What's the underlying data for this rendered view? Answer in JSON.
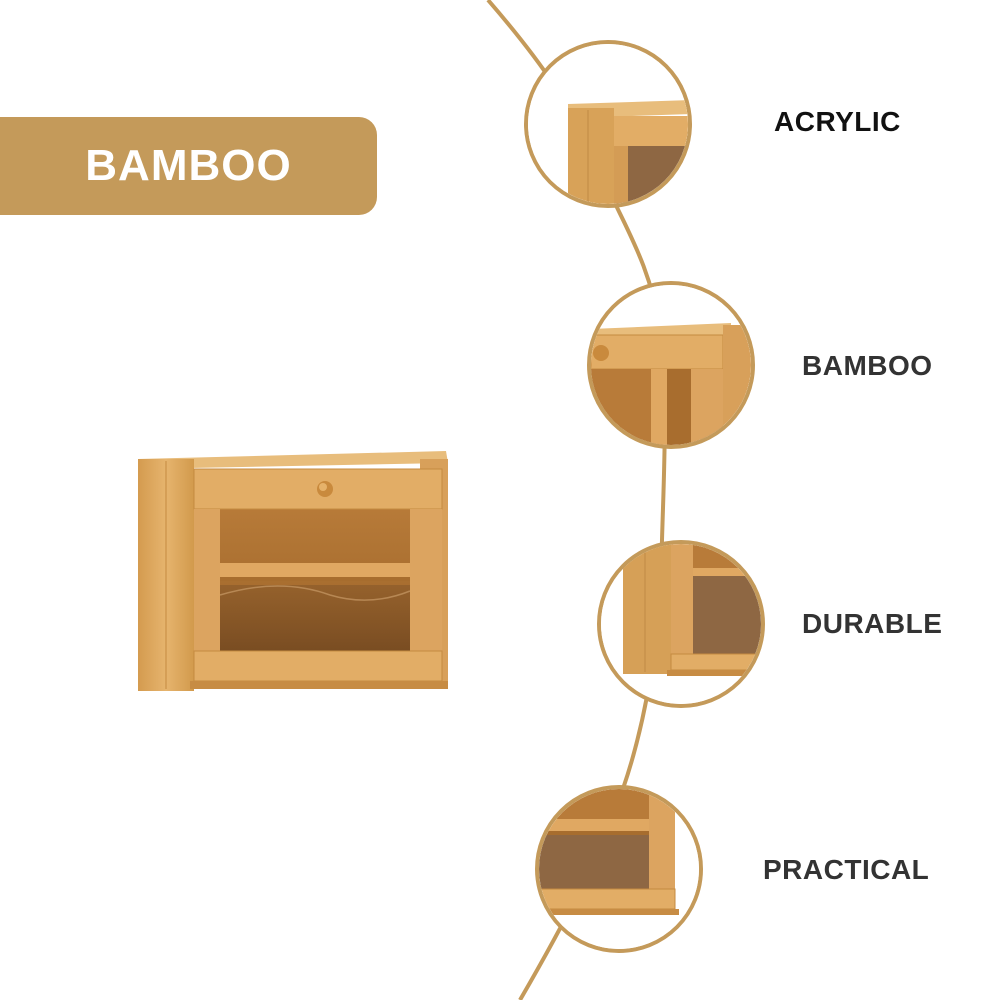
{
  "banner": {
    "label": "BAMBOO"
  },
  "features": [
    {
      "label": "ACRYLIC"
    },
    {
      "label": "BAMBOO"
    },
    {
      "label": "DURABLE"
    },
    {
      "label": "PRACTICAL"
    }
  ],
  "colors": {
    "accent": "#c49a5a",
    "bamboo_light": "#e3b06a",
    "bamboo_mid": "#d09a4e",
    "bamboo_dark": "#a06a2c",
    "label_first": "#111111",
    "label_rest": "#333333"
  }
}
